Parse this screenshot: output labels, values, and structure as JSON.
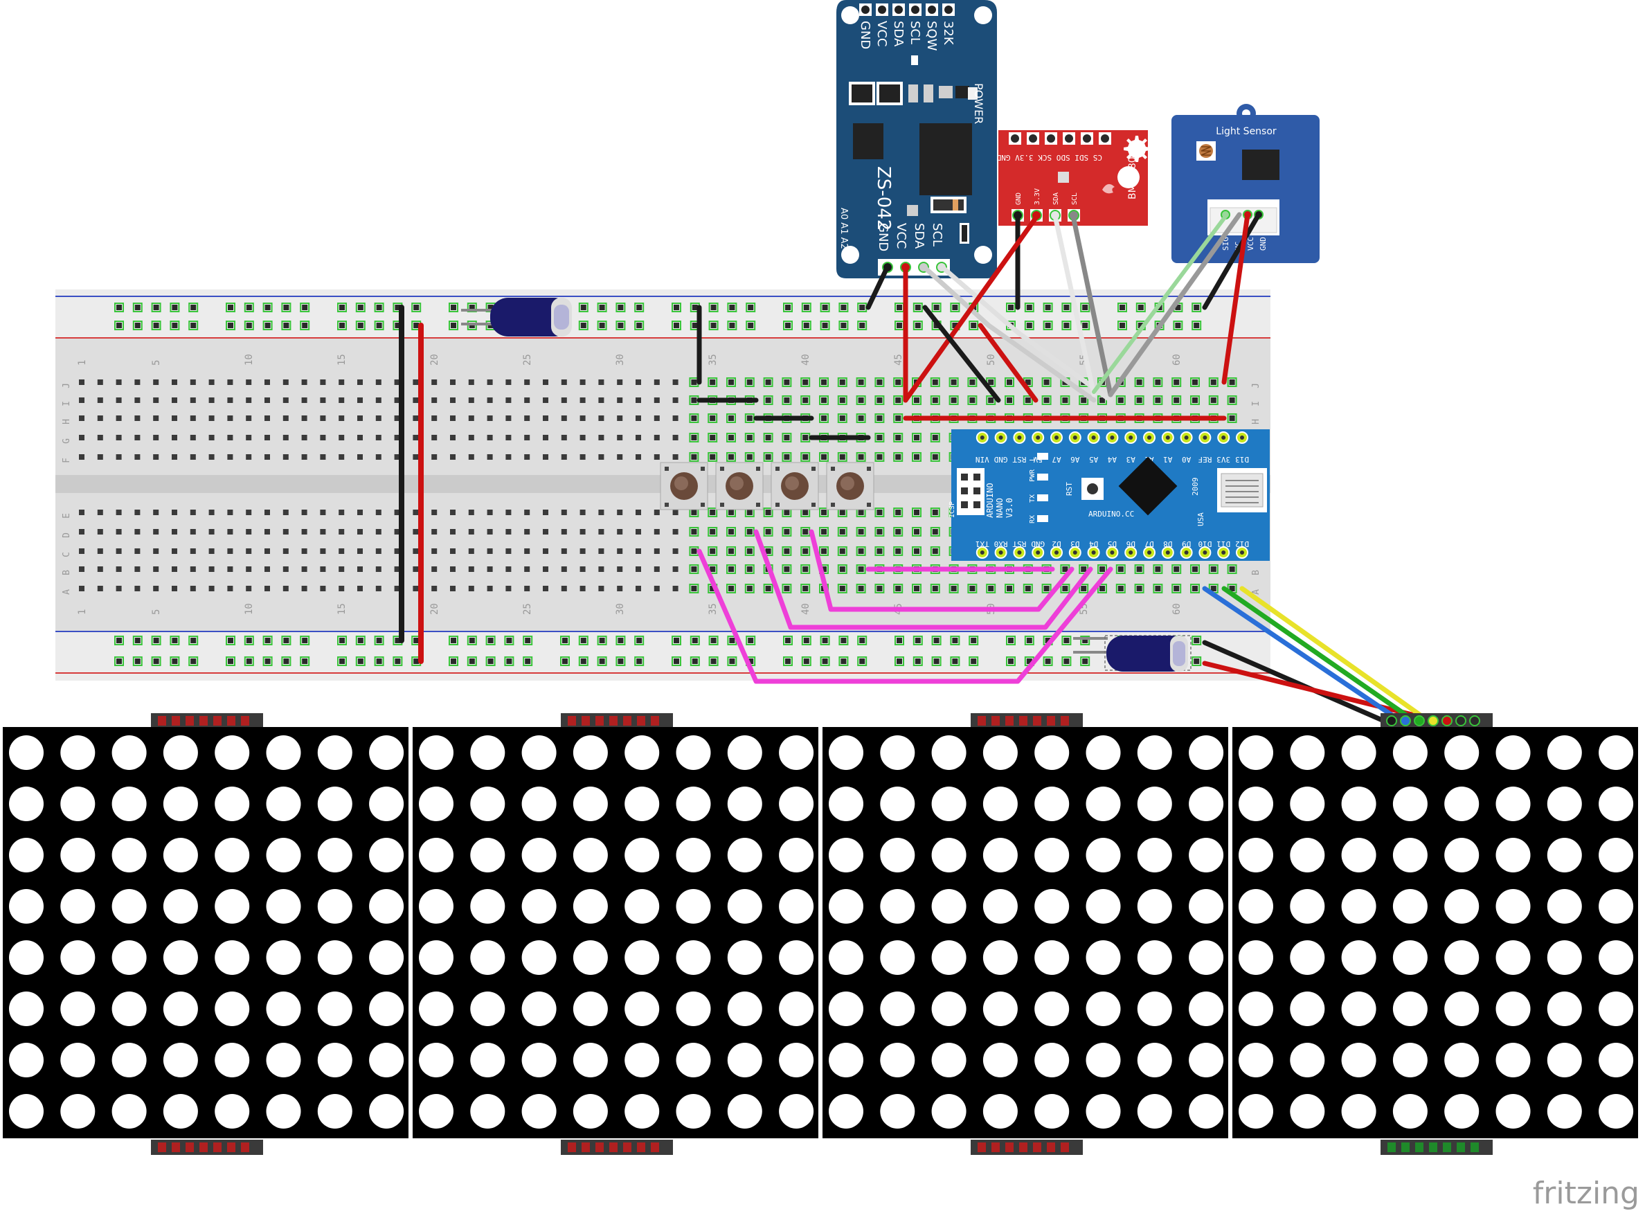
{
  "breadboard": {
    "col_numbers": [
      "1",
      "5",
      "10",
      "15",
      "20",
      "25",
      "30",
      "35",
      "40",
      "45",
      "50",
      "55",
      "60"
    ],
    "row_letters_top": [
      "J",
      "I",
      "H",
      "G",
      "F"
    ],
    "row_letters_bottom": [
      "E",
      "D",
      "C",
      "B",
      "A"
    ]
  },
  "rtc": {
    "pins_top": [
      "32K",
      "SQW",
      "SCL",
      "SDA",
      "VCC",
      "GND"
    ],
    "pins_bottom": [
      "GND",
      "VCC",
      "SDA",
      "SCL"
    ],
    "power_label": "POWER",
    "model": "ZS-042",
    "address": "A0 A1 A2"
  },
  "bme": {
    "pins_top": "CS SDI SDO SCK 3.3V GND",
    "pins_bottom": [
      "GND",
      "3.3V",
      "SDA",
      "SCL"
    ],
    "model": "BME 280"
  },
  "light_sensor": {
    "title": "Light Sensor",
    "pins": [
      "SIG",
      "NC",
      "VCC",
      "GND"
    ]
  },
  "nano": {
    "top_pins": [
      "D13",
      "3V3",
      "REF",
      "A0",
      "A1",
      "A2",
      "A3",
      "A4",
      "A5",
      "A6",
      "A7",
      "5V",
      "RST",
      "GND",
      "VIN"
    ],
    "bottom_pins": [
      "D12",
      "D11",
      "D10",
      "D9",
      "D8",
      "D7",
      "D6",
      "D5",
      "D4",
      "D3",
      "D2",
      "GND",
      "RST",
      "RX0",
      "TX1"
    ],
    "text_lines": [
      "ARDUINO",
      "NANO",
      "V3.0"
    ],
    "site": "ARDUINO.CC",
    "year": "2009",
    "country": "USA",
    "icsp": "ICSP",
    "led_labels": [
      "L",
      "PWR",
      "TX",
      "RX"
    ],
    "rst_label": "RST"
  },
  "buttons": {
    "count": 4
  },
  "led_matrix": {
    "modules": 4,
    "rows": 8,
    "cols": 8
  },
  "watermark": "fritzing",
  "colors": {
    "breadboard": "#dcdcdc",
    "rail_red": "#d63b3b",
    "rail_blue": "#3a4fc4",
    "wire_red": "#cc1111",
    "wire_black": "#111111",
    "wire_magenta": "#ee3fd8",
    "wire_white": "#dddddd",
    "wire_gray": "#888888",
    "wire_green": "#22aa22",
    "wire_yellow": "#e8e22a",
    "wire_blue": "#2a6fd8",
    "rtc_board": "#1c4d78",
    "bme_board": "#d22a2a",
    "light_board": "#2f5ba8",
    "nano_board": "#1f7ac4"
  }
}
